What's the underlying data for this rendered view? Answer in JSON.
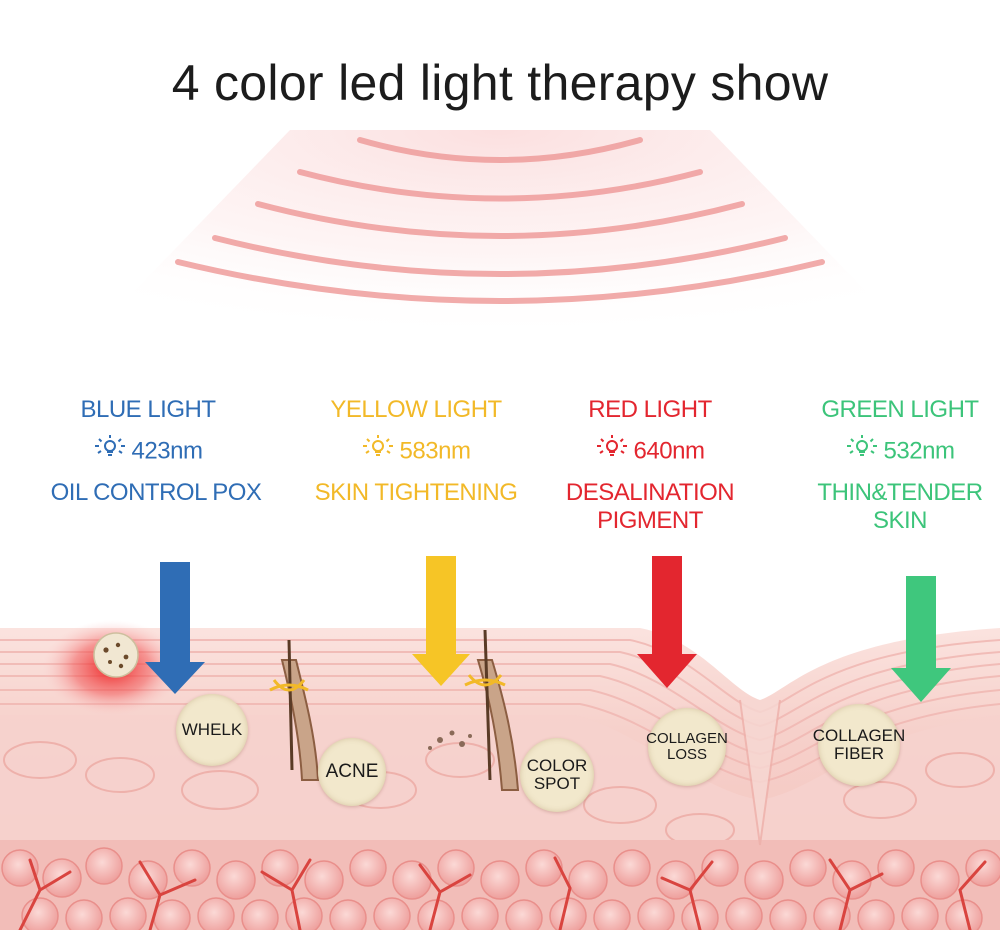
{
  "title": "4 color led light therapy show",
  "lights": [
    {
      "name": "BLUE LIGHT",
      "wavelength": "423nm",
      "effect": [
        "OIL CONTROL POX"
      ],
      "color": "#2f6db5",
      "icon": "light-bulb-icon"
    },
    {
      "name": "YELLOW LIGHT",
      "wavelength": "583nm",
      "effect": [
        "SKIN TIGHTENING"
      ],
      "color": "#f2b928",
      "icon": "light-bulb-icon"
    },
    {
      "name": "RED LIGHT",
      "wavelength": "640nm",
      "effect": [
        "DESALINATION",
        "PIGMENT"
      ],
      "color": "#e3262f",
      "icon": "light-bulb-icon"
    },
    {
      "name": "GREEN LIGHT",
      "wavelength": "532nm",
      "effect": [
        "THIN&TENDER",
        "SKIN"
      ],
      "color": "#3cc47a",
      "icon": "light-bulb-icon"
    }
  ],
  "skin_labels": [
    [
      "WHELK"
    ],
    [
      "ACNE"
    ],
    [
      "COLOR",
      "SPOT"
    ],
    [
      "COLLAGEN",
      "LOSS"
    ],
    [
      "COLLAGEN",
      "FIBER"
    ]
  ],
  "colors": {
    "skin_pink": "#f5cbc6",
    "skin_deep": "#e99a96",
    "wave_red": "#ee9d9d",
    "bubble": "#f2e8cc"
  }
}
